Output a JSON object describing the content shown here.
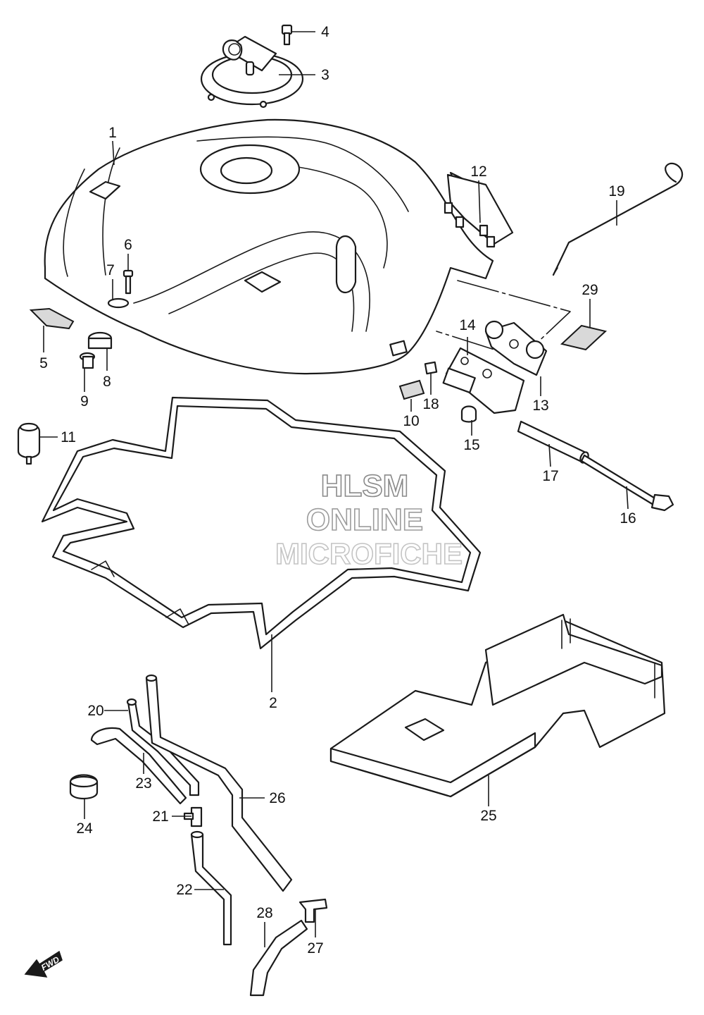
{
  "watermark": {
    "line1": "HLSM",
    "line2": "ONLINE",
    "line3": "MICROFICHE",
    "colors": {
      "line1": "#8a8a8a",
      "line2": "#9c9c9c",
      "line3": "#c4c4c4"
    }
  },
  "direction_badge": {
    "label": "FWD",
    "icon": "forward-arrow-icon"
  },
  "callouts": [
    {
      "number": "1",
      "part": "fuel-tank"
    },
    {
      "number": "2",
      "part": "tank-cushion"
    },
    {
      "number": "3",
      "part": "fuel-cap"
    },
    {
      "number": "4",
      "part": "cap-bolt"
    },
    {
      "number": "5",
      "part": "tank-pad"
    },
    {
      "number": "6",
      "part": "screw"
    },
    {
      "number": "7",
      "part": "washer"
    },
    {
      "number": "8",
      "part": "grommet"
    },
    {
      "number": "9",
      "part": "collar"
    },
    {
      "number": "10",
      "part": "label"
    },
    {
      "number": "11",
      "part": "rubber-damper"
    },
    {
      "number": "12",
      "part": "front-bracket"
    },
    {
      "number": "13",
      "part": "hinge-bracket"
    },
    {
      "number": "14",
      "part": "hinge-plate"
    },
    {
      "number": "15",
      "part": "bushing"
    },
    {
      "number": "16",
      "part": "hinge-bolt"
    },
    {
      "number": "17",
      "part": "spacer-tube"
    },
    {
      "number": "18",
      "part": "clip-nut"
    },
    {
      "number": "19",
      "part": "prop-rod"
    },
    {
      "number": "20",
      "part": "hose"
    },
    {
      "number": "21",
      "part": "joint"
    },
    {
      "number": "22",
      "part": "hose"
    },
    {
      "number": "23",
      "part": "hose"
    },
    {
      "number": "24",
      "part": "clamp-ring"
    },
    {
      "number": "25",
      "part": "heat-shield-plate"
    },
    {
      "number": "26",
      "part": "drain-hose"
    },
    {
      "number": "27",
      "part": "t-joint"
    },
    {
      "number": "28",
      "part": "hose"
    },
    {
      "number": "29",
      "part": "pad"
    }
  ]
}
